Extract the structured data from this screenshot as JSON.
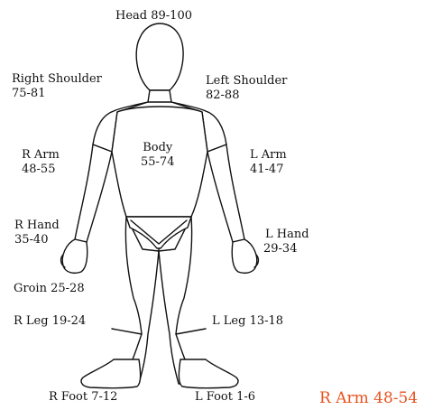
{
  "regions": {
    "head": {
      "name": "Head",
      "range": "89-100"
    },
    "right_shoulder": {
      "name": "Right Shoulder",
      "range": "75-81"
    },
    "left_shoulder": {
      "name": "Left Shoulder",
      "range": "82-88"
    },
    "r_arm": {
      "name": "R Arm",
      "range": "48-55"
    },
    "l_arm": {
      "name": "L Arm",
      "range": "41-47"
    },
    "body": {
      "name": "Body",
      "range": "55-74"
    },
    "r_hand": {
      "name": "R Hand",
      "range": "35-40"
    },
    "l_hand": {
      "name": "L Hand",
      "range": "29-34"
    },
    "groin": {
      "name": "Groin",
      "range": "25-28"
    },
    "r_leg": {
      "name": "R Leg",
      "range": "19-24"
    },
    "l_leg": {
      "name": "L Leg",
      "range": "13-18"
    },
    "r_foot": {
      "name": "R Foot",
      "range": "7-12"
    },
    "l_foot": {
      "name": "L Foot",
      "range": "1-6"
    }
  },
  "result": {
    "text": "R Arm 48-54",
    "color": "#e8531f"
  }
}
